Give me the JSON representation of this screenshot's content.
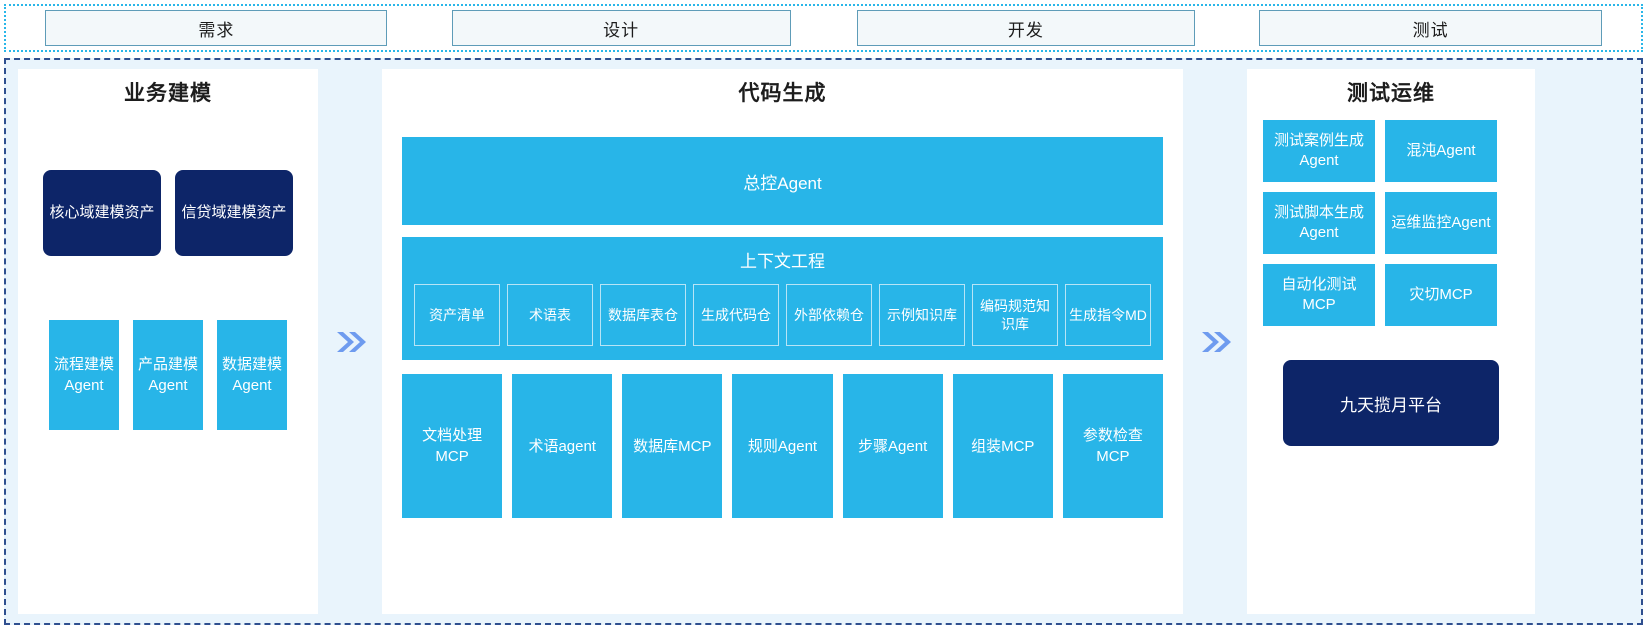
{
  "phases": {
    "items": [
      {
        "label": "需求"
      },
      {
        "label": "设计"
      },
      {
        "label": "开发"
      },
      {
        "label": "测试"
      }
    ]
  },
  "connectors": {
    "left_arrow": "chevron-double-right",
    "right_arrow": "chevron-double-right"
  },
  "panels": {
    "business_modeling": {
      "title": "业务建模",
      "assets": [
        {
          "label": "核心域建模资产"
        },
        {
          "label": "信贷域建模资产"
        }
      ],
      "agents": [
        {
          "label": "流程建模Agent"
        },
        {
          "label": "产品建模Agent"
        },
        {
          "label": "数据建模Agent"
        }
      ]
    },
    "code_generation": {
      "title": "代码生成",
      "master_agent": "总控Agent",
      "context_engineering": {
        "title": "上下文工程",
        "items": [
          {
            "label": "资产清单"
          },
          {
            "label": "术语表"
          },
          {
            "label": "数据库表仓"
          },
          {
            "label": "生成代码仓"
          },
          {
            "label": "外部依赖仓"
          },
          {
            "label": "示例知识库"
          },
          {
            "label": "编码规范知识库"
          },
          {
            "label": "生成指令MD"
          }
        ]
      },
      "tools": [
        {
          "label": "文档处理MCP"
        },
        {
          "label": "术语agent"
        },
        {
          "label": "数据库MCP"
        },
        {
          "label": "规则Agent"
        },
        {
          "label": "步骤Agent"
        },
        {
          "label": "组装MCP"
        },
        {
          "label": "参数检查MCP"
        }
      ]
    },
    "test_ops": {
      "title": "测试运维",
      "items": [
        {
          "label": "测试案例生成Agent"
        },
        {
          "label": "混沌Agent"
        },
        {
          "label": "测试脚本生成Agent"
        },
        {
          "label": "运维监控Agent"
        },
        {
          "label": "自动化测试MCP"
        },
        {
          "label": "灾切MCP"
        }
      ],
      "platform": {
        "label": "九天揽月平台"
      }
    }
  },
  "colors": {
    "accent_cyan": "#28b5e8",
    "navy": "#0d2568",
    "stage_bg": "#e9f4fc",
    "stage_border": "#2f4f8f",
    "phase_border": "#29b6e8",
    "chevron": "#6e9bef"
  }
}
